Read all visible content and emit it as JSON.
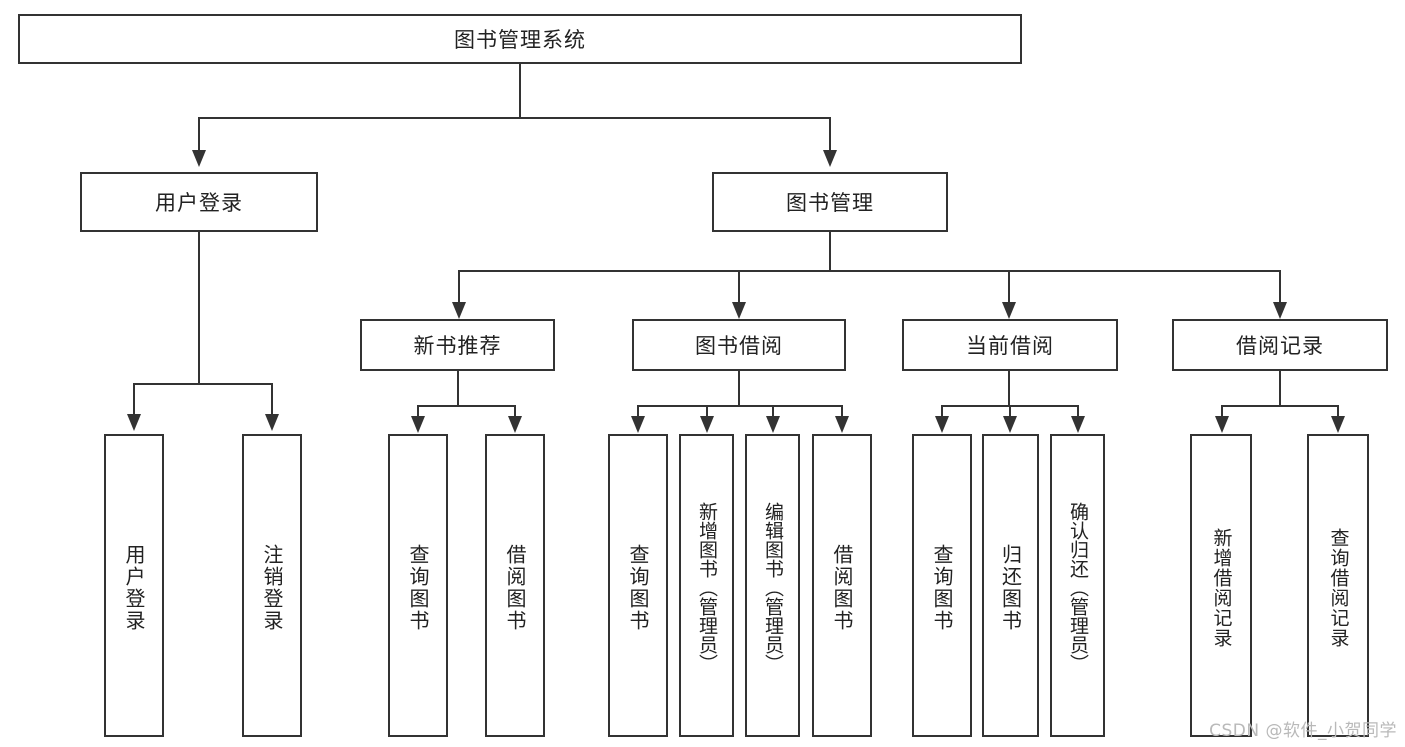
{
  "diagram": {
    "type": "tree-hierarchy",
    "title": "图书管理系统",
    "watermark": "CSDN @软件_小贺同学",
    "colors": {
      "border": "#333333",
      "background": "#ffffff",
      "text": "#222222",
      "watermark": "#b9b9b9"
    },
    "nodes": {
      "root": {
        "label": "图书管理系统",
        "level": 0
      },
      "l1": [
        {
          "id": "user-login",
          "label": "用户登录",
          "level": 1
        },
        {
          "id": "book-manage",
          "label": "图书管理",
          "level": 1
        }
      ],
      "l2": [
        {
          "id": "new-book-rec",
          "label": "新书推荐",
          "level": 2,
          "parent": "book-manage"
        },
        {
          "id": "book-borrow",
          "label": "图书借阅",
          "level": 2,
          "parent": "book-manage"
        },
        {
          "id": "current-borrow",
          "label": "当前借阅",
          "level": 2,
          "parent": "book-manage"
        },
        {
          "id": "borrow-record",
          "label": "借阅记录",
          "level": 2,
          "parent": "book-manage"
        }
      ],
      "leaves": [
        {
          "id": "leaf-user-login",
          "label": "用户登录",
          "parent": "user-login"
        },
        {
          "id": "leaf-user-logout",
          "label": "注销登录",
          "parent": "user-login"
        },
        {
          "id": "leaf-query-book-1",
          "label": "查询图书",
          "parent": "new-book-rec"
        },
        {
          "id": "leaf-borrow-book-1",
          "label": "借阅图书",
          "parent": "new-book-rec"
        },
        {
          "id": "leaf-query-book-2",
          "label": "查询图书",
          "parent": "book-borrow"
        },
        {
          "id": "leaf-add-book",
          "label": "新增图书（管理员）",
          "parent": "book-borrow"
        },
        {
          "id": "leaf-edit-book",
          "label": "编辑图书（管理员）",
          "parent": "book-borrow"
        },
        {
          "id": "leaf-borrow-book-2",
          "label": "借阅图书",
          "parent": "book-borrow"
        },
        {
          "id": "leaf-query-book-3",
          "label": "查询图书",
          "parent": "current-borrow"
        },
        {
          "id": "leaf-return-book",
          "label": "归还图书",
          "parent": "current-borrow"
        },
        {
          "id": "leaf-confirm-return",
          "label": "确认归还（管理员）",
          "parent": "current-borrow"
        },
        {
          "id": "leaf-add-record",
          "label": "新增借阅记录",
          "parent": "borrow-record"
        },
        {
          "id": "leaf-query-record",
          "label": "查询借阅记录",
          "parent": "borrow-record"
        }
      ]
    }
  }
}
